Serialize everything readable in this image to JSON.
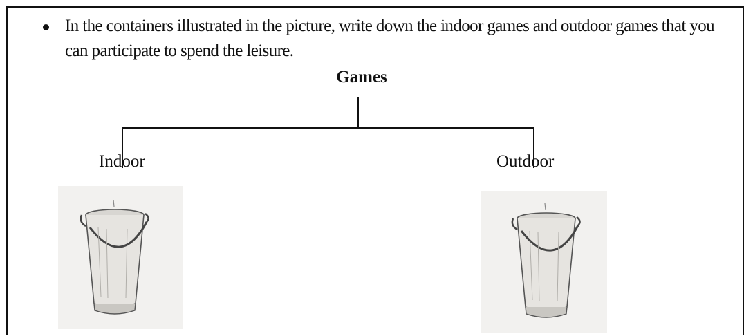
{
  "instruction": "In the containers illustrated in the picture, write down the indoor games and outdoor games that you can participate to spend the leisure.",
  "diagram": {
    "root": "Games",
    "left_branch": "Indoor",
    "right_branch": "Outdoor"
  },
  "images": [
    {
      "icon": "bucket-icon"
    },
    {
      "icon": "bucket-icon"
    }
  ]
}
